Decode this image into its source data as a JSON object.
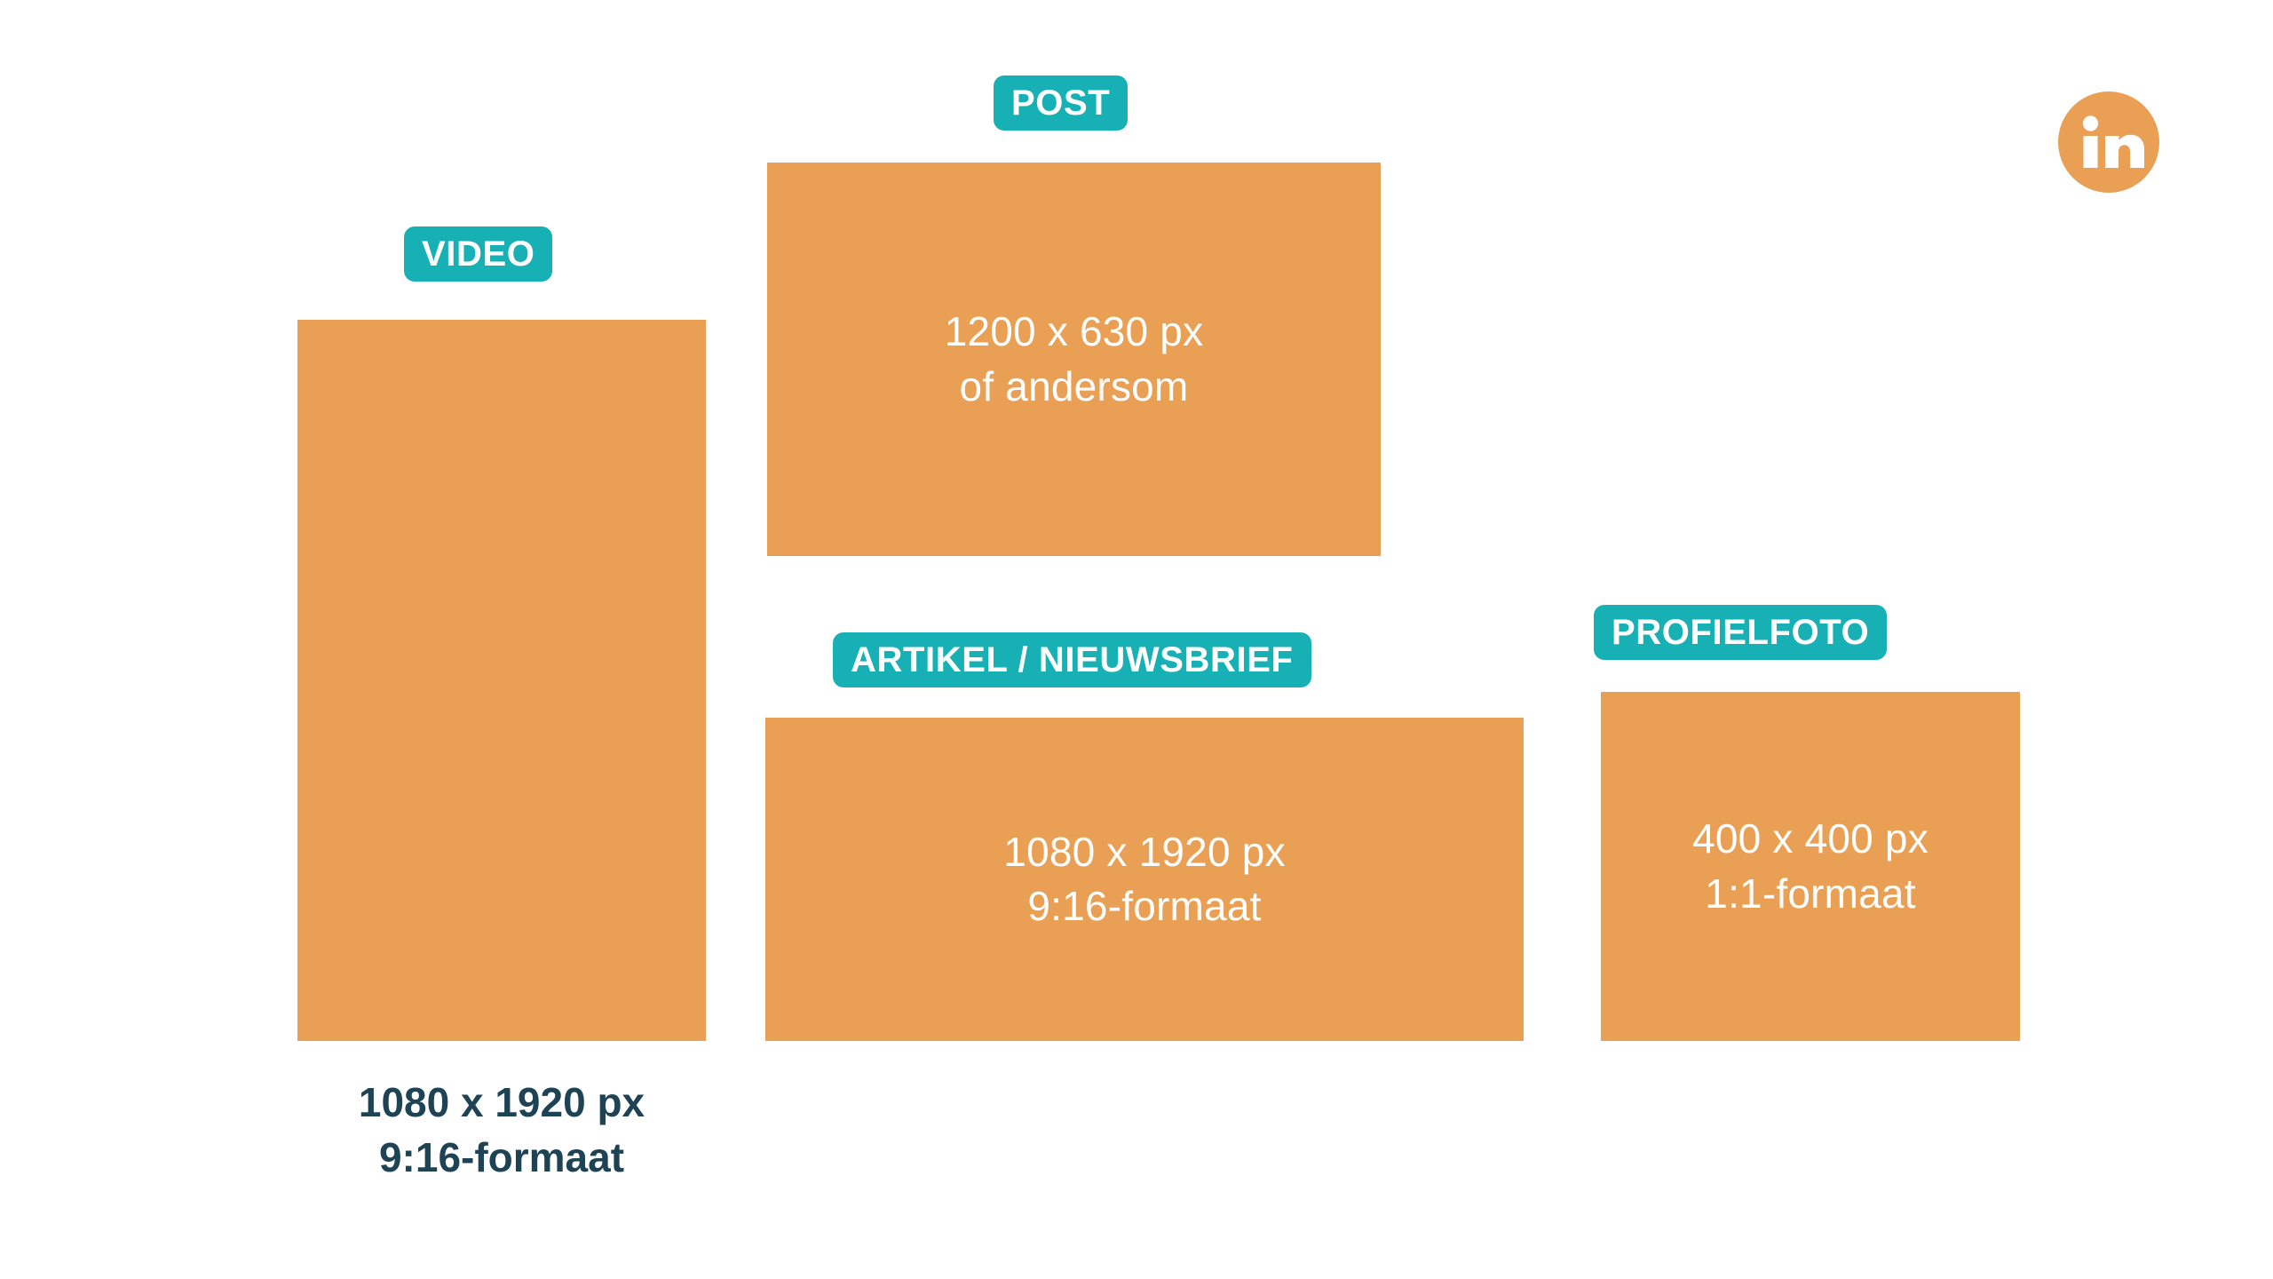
{
  "palette": {
    "block_orange": "#e9a055",
    "tag_teal": "#16b0b5",
    "caption_navy": "#1e4355",
    "block_text_white": "#ffffff",
    "background": "#ffffff"
  },
  "brand": {
    "name": "linkedin",
    "icon": "linkedin-in-icon",
    "letters": "in",
    "circle_color": "#e9a055",
    "glyph_color": "#ffffff"
  },
  "formats": [
    {
      "id": "video",
      "tag": "VIDEO",
      "inner_lines": [],
      "caption_lines": [
        "1080 x 1920 px",
        "9:16-formaat"
      ],
      "dimensions": "1080 x 1920 px",
      "ratio": "9:16-formaat",
      "label_position": "above-block",
      "caption_position": "below-block"
    },
    {
      "id": "post",
      "tag": "POST",
      "inner_lines": [
        "1200 x 630 px",
        "of andersom"
      ],
      "caption_lines": [],
      "dimensions": "1200 x 630 px",
      "ratio": "of andersom",
      "label_position": "above-block",
      "caption_position": "inside-block"
    },
    {
      "id": "artikel-nieuwsbrief",
      "tag": "ARTIKEL / NIEUWSBRIEF",
      "inner_lines": [
        "1080 x 1920 px",
        "9:16-formaat"
      ],
      "caption_lines": [],
      "dimensions": "1080 x 1920 px",
      "ratio": "9:16-formaat",
      "label_position": "above-block",
      "caption_position": "inside-block"
    },
    {
      "id": "profielfoto",
      "tag": "PROFIELFOTO",
      "inner_lines": [
        "400 x 400 px",
        "1:1-formaat"
      ],
      "caption_lines": [],
      "dimensions": "400 x 400 px",
      "ratio": "1:1-formaat",
      "label_position": "above-block",
      "caption_position": "inside-block"
    }
  ]
}
